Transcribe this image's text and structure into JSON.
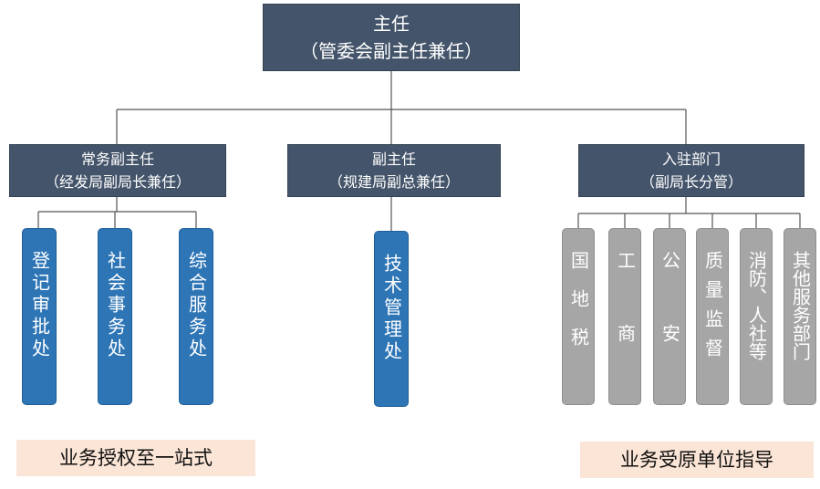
{
  "root": {
    "line1": "主任",
    "line2": "（管委会副主任兼任）"
  },
  "branches": [
    {
      "line1": "常务副主任",
      "line2": "（经发局副局长兼任）"
    },
    {
      "line1": "副主任",
      "line2": "（规建局副总兼任）"
    },
    {
      "line1": "入驻部门",
      "line2": "（副局长分管）"
    }
  ],
  "units_left": [
    "登记审批处",
    "社会事务处",
    "综合服务处"
  ],
  "units_center": [
    "技术管理处"
  ],
  "units_right": [
    "国地税",
    "工商",
    "公安",
    "质量监督",
    "消防、人社等",
    "其他服务部门"
  ],
  "notes": {
    "left": "业务授权至一站式",
    "right": "业务受原单位指导"
  },
  "colors": {
    "header": "#44546a",
    "unit_blue": "#2e75b6",
    "unit_gray": "#a6a6a6",
    "note_bg": "#fbe5d6"
  }
}
